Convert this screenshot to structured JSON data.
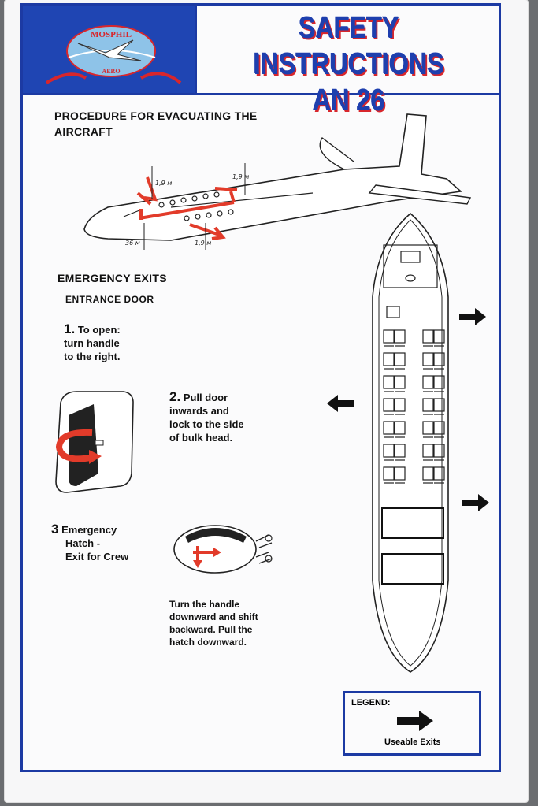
{
  "header": {
    "logo_top_text": "MOSPHIL",
    "logo_bottom_text": "AERO",
    "title_line1": "SAFETY  INSTRUCTIONS",
    "title_line2": "AN 26"
  },
  "procedure": {
    "heading_line1": "PROCEDURE FOR EVACUATING THE",
    "heading_line2": "AIRCRAFT",
    "dimensions": [
      "1,9 м",
      "1,9 м",
      "1,9 м",
      "36 м"
    ]
  },
  "exits": {
    "heading": "EMERGENCY EXITS",
    "subheading": "ENTRANCE DOOR"
  },
  "steps": {
    "s1_num": "1.",
    "s1_line1": "To open:",
    "s1_line2": "turn handle",
    "s1_line3": "to the right.",
    "s2_num": "2.",
    "s2_line1": "Pull door",
    "s2_line2": "inwards and",
    "s2_line3": "lock to the side",
    "s2_line4": "of bulk head.",
    "s3_num": "3",
    "s3_line1": "Emergency",
    "s3_line2": "Hatch -",
    "s3_line3": "Exit for Crew"
  },
  "hatch_note": {
    "line1": "Turn the handle",
    "line2": "downward and shift",
    "line3": "backward. Pull the",
    "line4": "hatch downward."
  },
  "legend": {
    "title": "LEGEND:",
    "label": "Useable Exits"
  },
  "colors": {
    "border_blue": "#1c3aa3",
    "title_blue": "#1e3fae",
    "accent_red": "#e23b2a"
  }
}
